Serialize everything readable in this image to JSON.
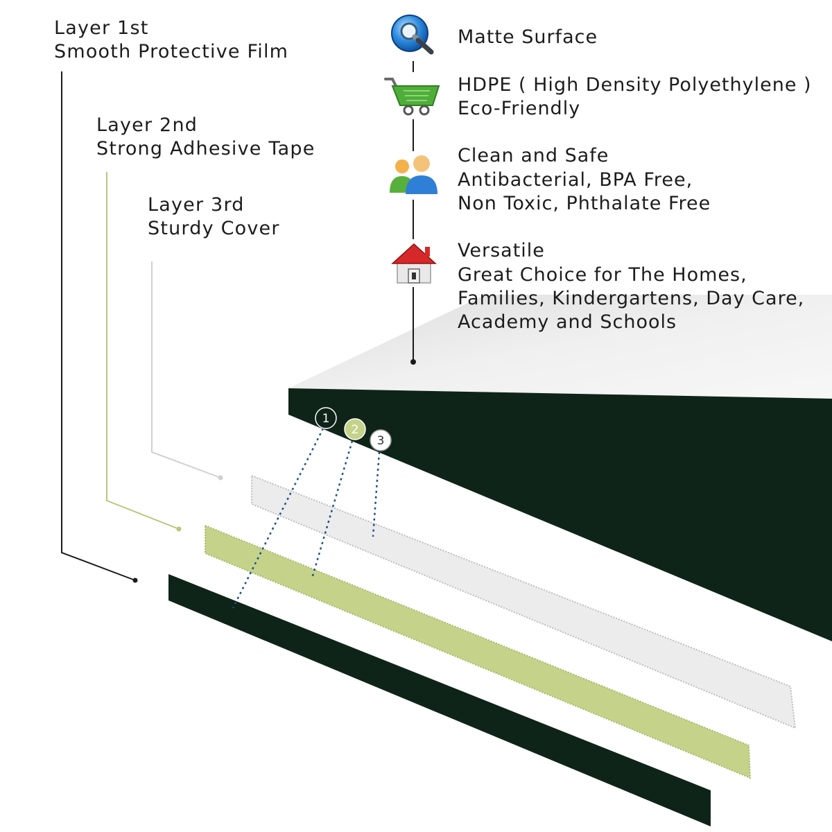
{
  "layers": [
    {
      "number": "1",
      "title": "Layer 1st",
      "name": "Smooth Protective Film",
      "color": "#0f2418"
    },
    {
      "number": "2",
      "title": "Layer 2nd",
      "name": "Strong Adhesive Tape",
      "color": "#c5d38a"
    },
    {
      "number": "3",
      "title": "Layer 3rd",
      "name": "Sturdy Cover",
      "color": "#e9e9e9"
    }
  ],
  "features": [
    {
      "icon": "magnifier-icon",
      "lines": [
        "Matte Surface"
      ]
    },
    {
      "icon": "shopping-cart-icon",
      "lines": [
        "HDPE ( High Density Polyethylene )",
        "Eco-Friendly"
      ]
    },
    {
      "icon": "people-icon",
      "lines": [
        "Clean and Safe",
        "Antibacterial, BPA Free,",
        "Non Toxic, Phthalate Free"
      ]
    },
    {
      "icon": "house-icon",
      "lines": [
        "Versatile",
        "Great Choice for The Homes,",
        "Families, Kindergartens, Day Care,",
        "Academy and Schools"
      ]
    }
  ],
  "colors": {
    "board_top": "#e6e6e6",
    "board_edge": "#0f2418",
    "leader_dark": "#1a1a1a",
    "leader_green": "#b8c77a",
    "leader_grey": "#d0d0d0",
    "dotted": "#1e4f8c"
  }
}
